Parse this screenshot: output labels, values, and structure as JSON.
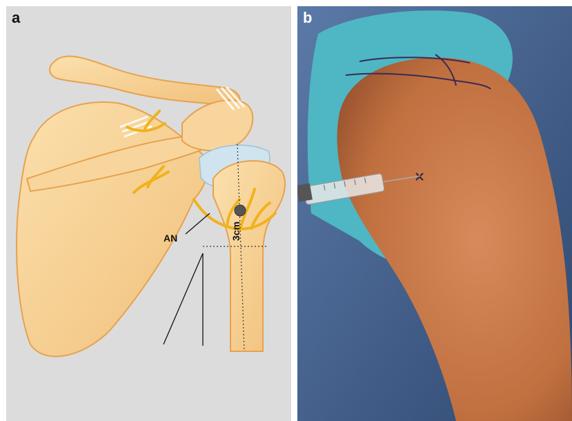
{
  "panels": {
    "a": {
      "letter": "a",
      "labels": {
        "nerve": "AN",
        "distance": "3cm"
      }
    },
    "b": {
      "letter": "b"
    }
  },
  "colors": {
    "panel_a_background": "#dcdcdc",
    "bone": "#f6cf8e",
    "bone_outline": "#e6a24f",
    "nerve": "#f0b21e",
    "cartilage": "#cfe4ee",
    "drape": "#4fb6c4",
    "skin": "#c8774c",
    "background_drape": "#3d5a85"
  },
  "icons": [
    "syringe-icon",
    "injection-mark-icon"
  ]
}
